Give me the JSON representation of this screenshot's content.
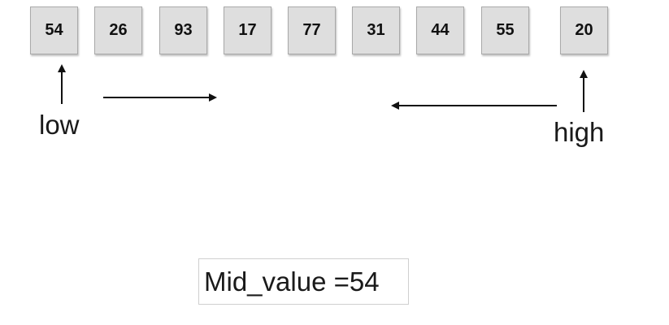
{
  "array": {
    "values": [
      "54",
      "26",
      "93",
      "17",
      "77",
      "31",
      "44",
      "55",
      "20"
    ]
  },
  "pointers": {
    "low_label": "low",
    "high_label": "high"
  },
  "mid": {
    "text": "Mid_value =54"
  }
}
